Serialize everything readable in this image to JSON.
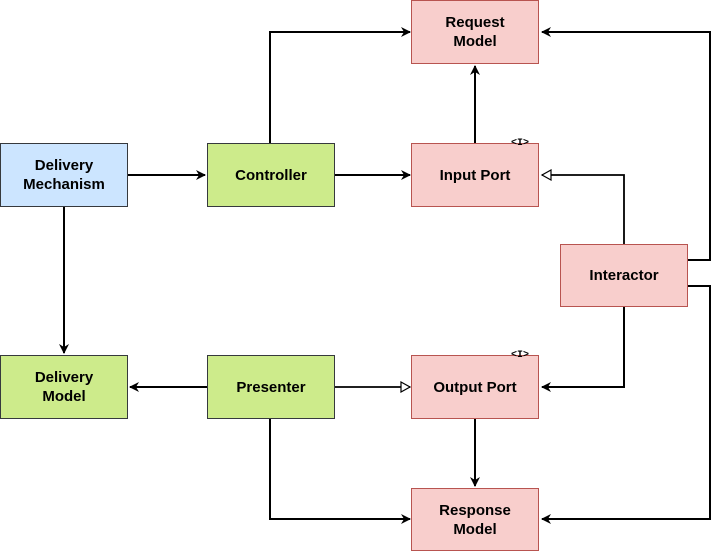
{
  "nodes": {
    "delivery_mechanism": {
      "label": "Delivery\nMechanism"
    },
    "controller": {
      "label": "Controller"
    },
    "request_model": {
      "label": "Request\nModel"
    },
    "input_port": {
      "label": "Input Port",
      "marker": "<I>"
    },
    "interactor": {
      "label": "Interactor"
    },
    "delivery_model": {
      "label": "Delivery\nModel"
    },
    "presenter": {
      "label": "Presenter"
    },
    "output_port": {
      "label": "Output Port",
      "marker": "<I>"
    },
    "response_model": {
      "label": "Response\nModel"
    }
  },
  "colors": {
    "blue_fill": "#cce5ff",
    "green_fill": "#cdeb8b",
    "red_fill": "#f8cecc",
    "red_stroke": "#b85450",
    "edge": "#000000"
  }
}
